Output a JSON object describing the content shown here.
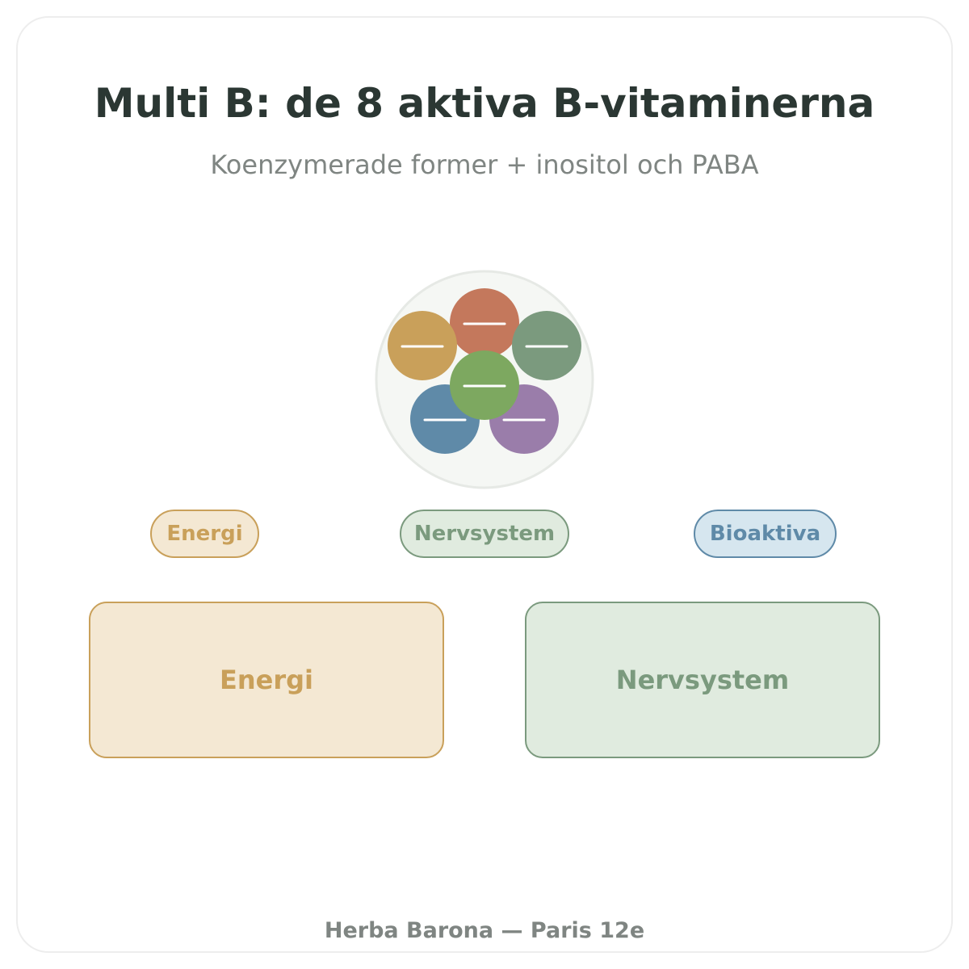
{
  "header": {
    "title": "Multi B: de 8 aktiva B-vitaminerna",
    "subtitle": "Koenzymerade former + inositol och PABA"
  },
  "pills": [
    {
      "label": "Energi",
      "color": "#c9a05a"
    },
    {
      "label": "Nervsystem",
      "color": "#7b9a7e"
    },
    {
      "label": "Bioaktiva",
      "color": "#5f8aa8"
    }
  ],
  "boxes": [
    {
      "label": "Energi",
      "color": "#c9a05a"
    },
    {
      "label": "Nervsystem",
      "color": "#7b9a7e"
    }
  ],
  "cluster": {
    "circles": [
      {
        "color": "#c4785c"
      },
      {
        "color": "#7b9a7e"
      },
      {
        "color": "#c9a05a"
      },
      {
        "color": "#5f8aa8"
      },
      {
        "color": "#9a7daa"
      },
      {
        "color": "#7da860"
      }
    ]
  },
  "footer": {
    "text": "Herba Barona — Paris 12e"
  }
}
